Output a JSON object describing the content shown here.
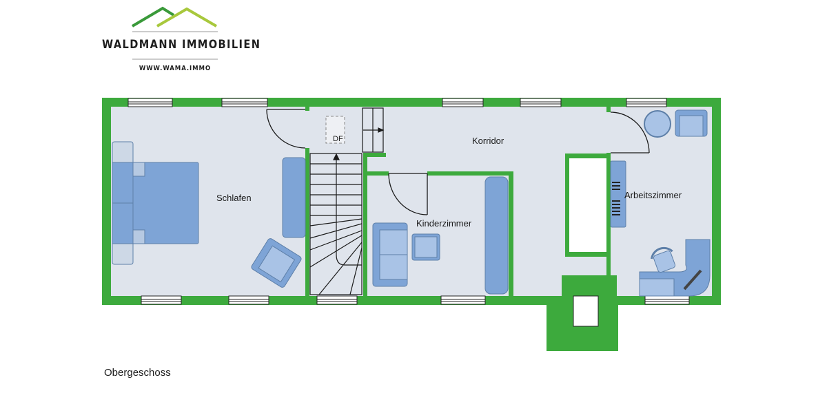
{
  "brand": {
    "name": "WALDMANN IMMOBILIEN",
    "url": "WWW.WAMA.IMMO",
    "colors": {
      "roof_dark": "#3a9a3a",
      "roof_light": "#a8c83c",
      "text": "#1f1f1f"
    }
  },
  "floorplan": {
    "floor_name": "Obergeschoss",
    "colors": {
      "wall": "#3daa3d",
      "floor": "#dfe4ec",
      "furniture": "#7ea4d6",
      "furniture_light": "#a9c3e6",
      "line": "#1a1a1a"
    },
    "rooms": [
      {
        "id": "schlafen",
        "label": "Schlafen"
      },
      {
        "id": "korridor",
        "label": "Korridor"
      },
      {
        "id": "kinderzimmer",
        "label": "Kinderzimmer"
      },
      {
        "id": "arbeitszimmer",
        "label": "Arbeitszimmer"
      }
    ],
    "annotations": {
      "roof_window": "DF"
    }
  }
}
